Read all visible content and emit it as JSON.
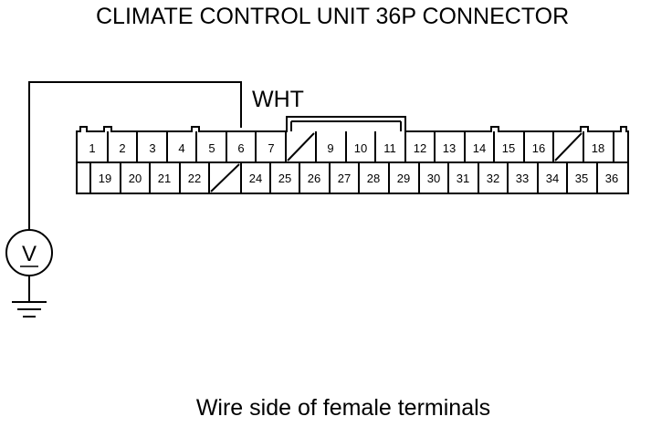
{
  "title": "CLIMATE CONTROL UNIT 36P CONNECTOR",
  "wire_color": "WHT",
  "caption": "Wire side of female terminals",
  "meter_symbol": "V",
  "connector": {
    "top_row": [
      "1",
      "2",
      "3",
      "4",
      "5",
      "6",
      "7",
      "",
      "9",
      "10",
      "11",
      "12",
      "13",
      "14",
      "15",
      "16",
      "",
      "18"
    ],
    "bottom_row": [
      "19",
      "20",
      "21",
      "22",
      "",
      "24",
      "25",
      "26",
      "27",
      "28",
      "29",
      "30",
      "31",
      "32",
      "33",
      "34",
      "35",
      "36"
    ],
    "probed_terminal": "6"
  },
  "icons": {
    "voltmeter": "voltmeter-icon",
    "ground": "ground-icon"
  }
}
